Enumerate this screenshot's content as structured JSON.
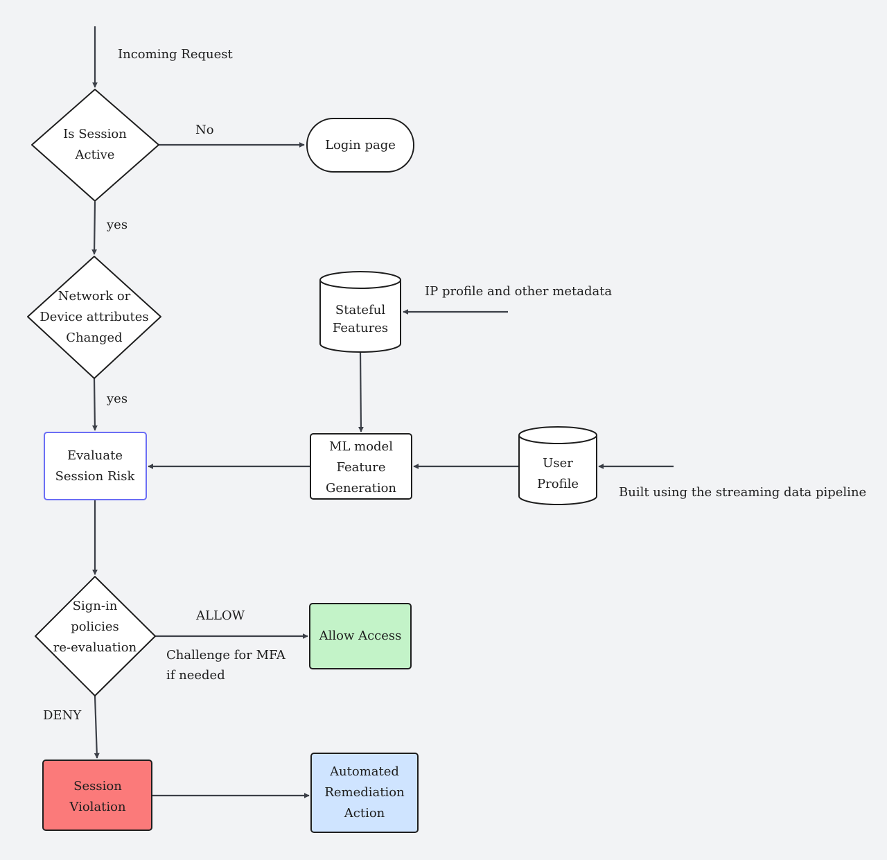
{
  "nodes": {
    "session_active": {
      "lines": [
        "Is Session",
        "Active"
      ]
    },
    "login": {
      "lines": [
        "Login page"
      ]
    },
    "network_changed": {
      "lines": [
        "Network or",
        "Device attributes",
        "Changed"
      ]
    },
    "stateful": {
      "lines": [
        "Stateful",
        "Features"
      ]
    },
    "evaluate": {
      "lines": [
        "Evaluate",
        "Session Risk"
      ]
    },
    "ml_model": {
      "lines": [
        "ML model",
        "Feature",
        "Generation"
      ]
    },
    "user_profile": {
      "lines": [
        "User",
        "Profile"
      ]
    },
    "signin": {
      "lines": [
        "Sign-in",
        "policies",
        "re-evaluation"
      ]
    },
    "allow": {
      "lines": [
        "Allow Access"
      ]
    },
    "violation": {
      "lines": [
        "Session",
        "Violation"
      ]
    },
    "remediation": {
      "lines": [
        "Automated",
        "Remediation",
        "Action"
      ]
    }
  },
  "labels": {
    "incoming": [
      "Incoming Request"
    ],
    "no": [
      "No"
    ],
    "yes1": [
      "yes"
    ],
    "yes2": [
      "yes"
    ],
    "ip_profile": [
      "IP profile and other metadata"
    ],
    "built_using": [
      "Built using the streaming data pipeline"
    ],
    "allow_edge": [
      "ALLOW"
    ],
    "challenge": [
      "Challenge for MFA",
      "if needed"
    ],
    "deny": [
      "DENY"
    ]
  },
  "colors": {
    "background": "#f2f3f5",
    "node_fill": "#ffffff",
    "stroke": "#1e1e1e",
    "edge": "#3b3f47",
    "evaluate_border": "#6b6ef5",
    "allow_fill": "#c3f3c8",
    "violation_fill": "#fb7a7a",
    "remediation_fill": "#cfe4ff"
  }
}
